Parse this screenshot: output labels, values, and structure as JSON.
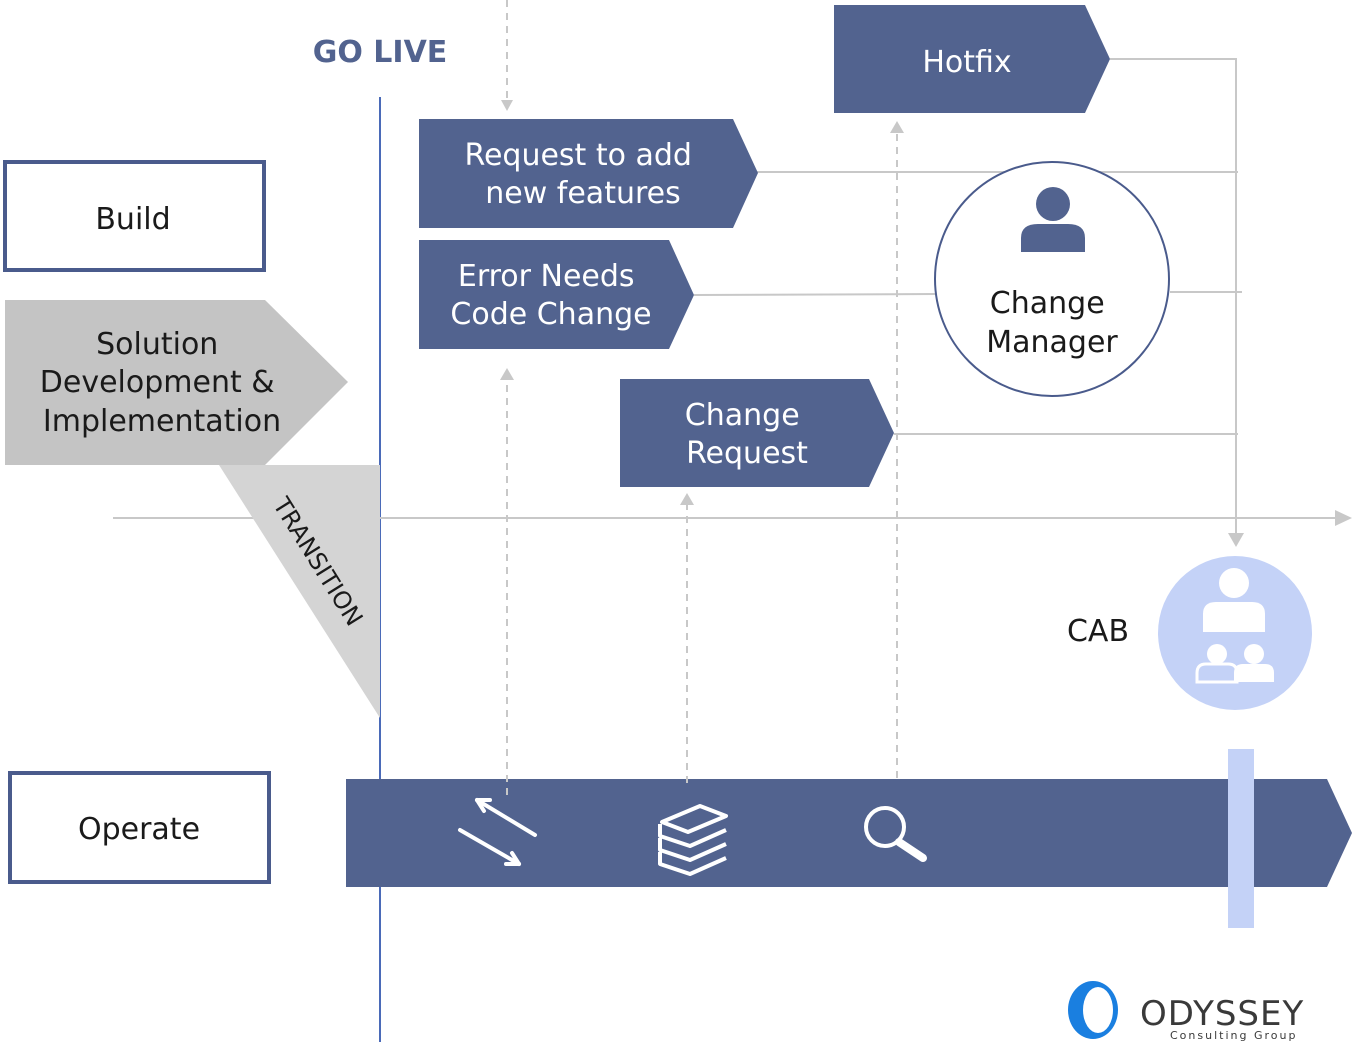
{
  "title": "GO LIVE",
  "phases": {
    "build": "Build",
    "solution": [
      "Solution",
      "Development &",
      "Implementation"
    ],
    "transition": "TRANSITION",
    "operate": "Operate"
  },
  "requests": {
    "hotfix": "Hotfix",
    "new_features": [
      "Request to add",
      "new features"
    ],
    "error_code_change": [
      "Error Needs",
      "Code Change"
    ],
    "change_request": [
      "Change",
      "Request"
    ]
  },
  "change_manager": {
    "label": [
      "Change",
      "Manager"
    ],
    "icon": "person-icon"
  },
  "cab": {
    "label": "CAB",
    "icon": "group-icon"
  },
  "operate_icons": [
    "exchange-arrows-icon",
    "books-stack-icon",
    "magnifier-icon"
  ],
  "logo": {
    "name": "ODYSSEY",
    "tagline": "Consulting Group"
  },
  "colors": {
    "primary": "#52638f",
    "phase_outline": "#4a5b8c",
    "gray_shape": "#c4c4c4",
    "transition_gray": "#d4d4d4",
    "connector": "#c8c8c8",
    "cab_light": "#c4d2f7",
    "logo_blue": "#1a7fe0",
    "text_dark": "#1a1a1a"
  }
}
